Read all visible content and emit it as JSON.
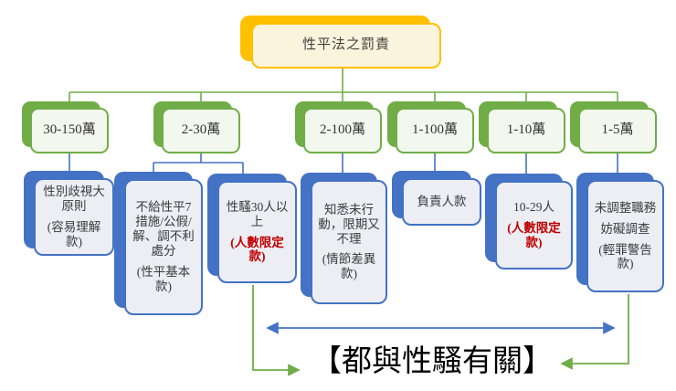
{
  "title": "性平法之罰責",
  "amounts": [
    "30-150萬",
    "2-30萬",
    "2-100萬",
    "1-100萬",
    "1-10萬",
    "1-5萬"
  ],
  "details": [
    {
      "main": "性別歧視大原則",
      "note": "(容易理解款)"
    },
    {
      "main": "不給性平7措施/公假/解、調不利處分",
      "note": "(性平基本款)"
    },
    {
      "main": "性騷30人以上",
      "note": "(人數限定款)"
    },
    {
      "main": "知悉未行動，限期又不理",
      "note": "(情節差異款)"
    },
    {
      "main": "負責人款"
    },
    {
      "main": "10-29人",
      "note": "(人數限定款)"
    },
    {
      "main": "未調整職務",
      "main2": "妨礙調查",
      "note": "(輕罪警告款)"
    }
  ],
  "caption": "【都與性騷有關】",
  "colors": {
    "green": "#70AD47",
    "blue": "#4472C4",
    "yellow": "#FFC000",
    "red": "#C00000",
    "cream": "#FBF4DD"
  }
}
